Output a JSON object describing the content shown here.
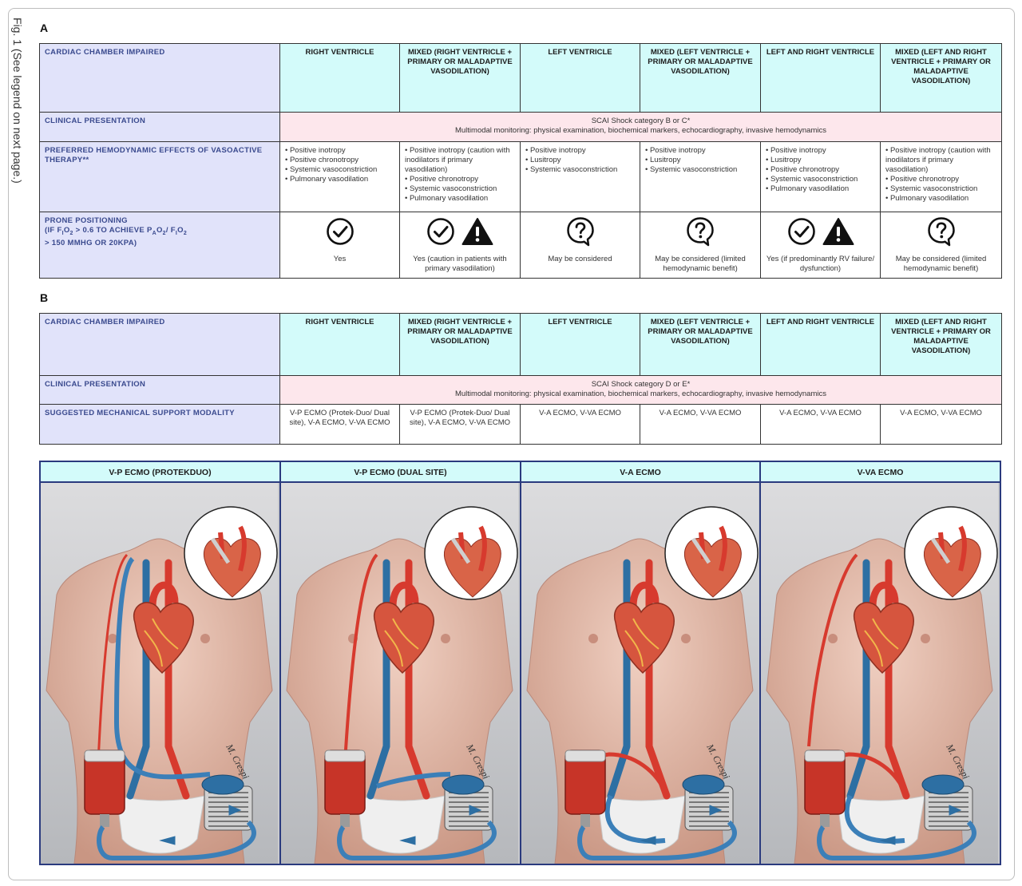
{
  "figure_caption": "Fig. 1  (See legend on next page.)",
  "panel_a": {
    "letter": "A",
    "row_headers": {
      "chamber": "CARDIAC CHAMBER IMPAIRED",
      "presentation": "CLINICAL PRESENTATION",
      "effects": "PREFERRED HEMODYNAMIC EFFECTS OF VASOACTIVE THERAPY**",
      "prone_line1": "PRONE POSITIONING",
      "prone_line2_a": "(IF F",
      "prone_line2_sub1": "I",
      "prone_line2_b": "O",
      "prone_line2_sub2": "2",
      "prone_line2_c": " > 0.6 TO ACHIEVE P",
      "prone_line2_sub3": "A",
      "prone_line2_d": "O",
      "prone_line2_sub4": "2",
      "prone_line2_e": "/ F",
      "prone_line2_sub5": "I",
      "prone_line2_f": "O",
      "prone_line2_sub6": "2",
      "prone_line3": "> 150 MMHG OR 20KPA)"
    },
    "columns": [
      "RIGHT VENTRICLE",
      "MIXED (RIGHT VENTRICLE + PRIMARY OR MALADAPTIVE VASODILATION)",
      "LEFT VENTRICLE",
      "MIXED (LEFT VENTRICLE + PRIMARY OR MALADAPTIVE VASODILATION)",
      "LEFT AND RIGHT VENTRICLE",
      "MIXED (LEFT AND RIGHT VENTRICLE + PRIMARY OR MALADAPTIVE VASODILATION)"
    ],
    "presentation_line1": "SCAI Shock category B or C*",
    "presentation_line2": "Multimodal monitoring: physical examination, biochemical markers, echocardiography, invasive hemodynamics",
    "effects": [
      [
        "Positive inotropy",
        "Positive chronotropy",
        "Systemic vasoconstriction",
        "Pulmonary vasodilation"
      ],
      [
        "Positive inotropy (caution with inodilators if primary vasodilation)",
        "Positive chronotropy",
        "Systemic vasoconstriction",
        "Pulmonary vasodilation"
      ],
      [
        "Positive inotropy",
        "Lusitropy",
        "Systemic vasoconstriction"
      ],
      [
        "Positive inotropy",
        "Lusitropy",
        "Systemic vasoconstriction"
      ],
      [
        "Positive inotropy",
        "Lusitropy",
        "Positive chronotropy",
        "Systemic vasoconstriction",
        "Pulmonary vasodilation"
      ],
      [
        "Positive inotropy (caution with inodilators if primary vasodilation)",
        "Positive chronotropy",
        "Systemic vasoconstriction",
        "Pulmonary vasodilation"
      ]
    ],
    "prone": [
      {
        "icons": [
          "check-icon"
        ],
        "label": "Yes"
      },
      {
        "icons": [
          "check-icon",
          "warning-icon"
        ],
        "label": "Yes (caution in patients with primary vasodilation)"
      },
      {
        "icons": [
          "question-icon"
        ],
        "label": "May be considered"
      },
      {
        "icons": [
          "question-icon"
        ],
        "label": "May be considered (limited hemodynamic benefit)"
      },
      {
        "icons": [
          "check-icon",
          "warning-icon"
        ],
        "label": "Yes (if predominantly RV failure/ dysfunction)"
      },
      {
        "icons": [
          "question-icon"
        ],
        "label": "May be considered (limited hemodynamic benefit)"
      }
    ]
  },
  "panel_b": {
    "letter": "B",
    "row_headers": {
      "chamber": "CARDIAC CHAMBER IMPAIRED",
      "presentation": "CLINICAL PRESENTATION",
      "modality": "SUGGESTED MECHANICAL SUPPORT MODALITY"
    },
    "columns": [
      "RIGHT VENTRICLE",
      "MIXED (RIGHT VENTRICLE + PRIMARY OR MALADAPTIVE VASODILATION)",
      "LEFT VENTRICLE",
      "MIXED (LEFT VENTRICLE + PRIMARY OR MALADAPTIVE VASODILATION)",
      "LEFT AND RIGHT VENTRICLE",
      "MIXED (LEFT AND RIGHT VENTRICLE + PRIMARY OR MALADAPTIVE VASODILATION)"
    ],
    "presentation_line1": "SCAI Shock category D or E*",
    "presentation_line2": "Multimodal monitoring: physical examination, biochemical markers, echocardiography, invasive hemodynamics",
    "modality": [
      "V-P ECMO (Protek-Duo/ Dual site), V-A ECMO, V-VA ECMO",
      "V-P ECMO (Protek-Duo/ Dual site), V-A ECMO, V-VA ECMO",
      "V-A ECMO, V-VA ECMO",
      "V-A ECMO, V-VA ECMO",
      "V-A ECMO, V-VA ECMO",
      "V-A ECMO, V-VA ECMO"
    ]
  },
  "ecmo_panels": [
    {
      "title": "V-P ECMO (PROTEKDUO)"
    },
    {
      "title": "V-P ECMO (DUAL SITE)"
    },
    {
      "title": "V-A ECMO"
    },
    {
      "title": "V-VA ECMO"
    }
  ],
  "signature": "M. Crespi",
  "colors": {
    "row_header_bg": "#e1e3fa",
    "column_header_bg": "#d3fbfa",
    "presentation_bg": "#fde7ec",
    "border_blue": "#2a3a7e"
  }
}
